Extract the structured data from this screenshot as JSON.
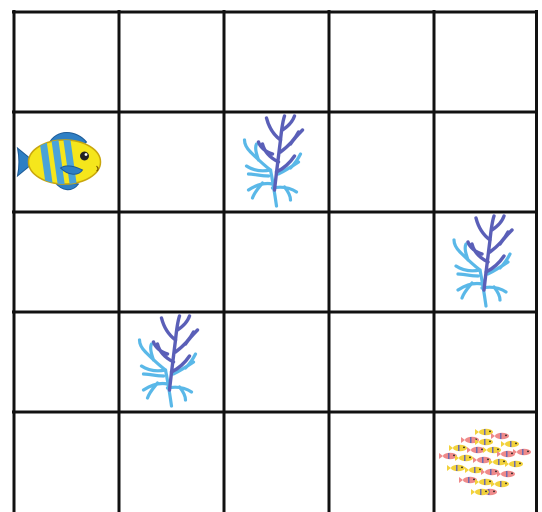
{
  "board": {
    "rows": 5,
    "cols": 5,
    "line_color": "#111111",
    "background": "#ffffff",
    "player": {
      "row": 1,
      "col": 0,
      "icon": "yellow-blue-fish-icon"
    },
    "goal": {
      "row": 4,
      "col": 4,
      "icon": "fish-school-icon"
    },
    "obstacles": [
      {
        "row": 1,
        "col": 2,
        "icon": "coral-icon"
      },
      {
        "row": 2,
        "col": 4,
        "icon": "coral-icon"
      },
      {
        "row": 3,
        "col": 1,
        "icon": "coral-icon"
      }
    ]
  },
  "colors": {
    "fish_body": "#f5e61c",
    "fish_stripes": "#4aa3d9",
    "fish_fins": "#2e7fc4",
    "coral_light": "#5ab8e8",
    "coral_dark": "#5a5fb8",
    "school_yellow": "#f2d23c",
    "school_pink": "#ef8a8a"
  }
}
